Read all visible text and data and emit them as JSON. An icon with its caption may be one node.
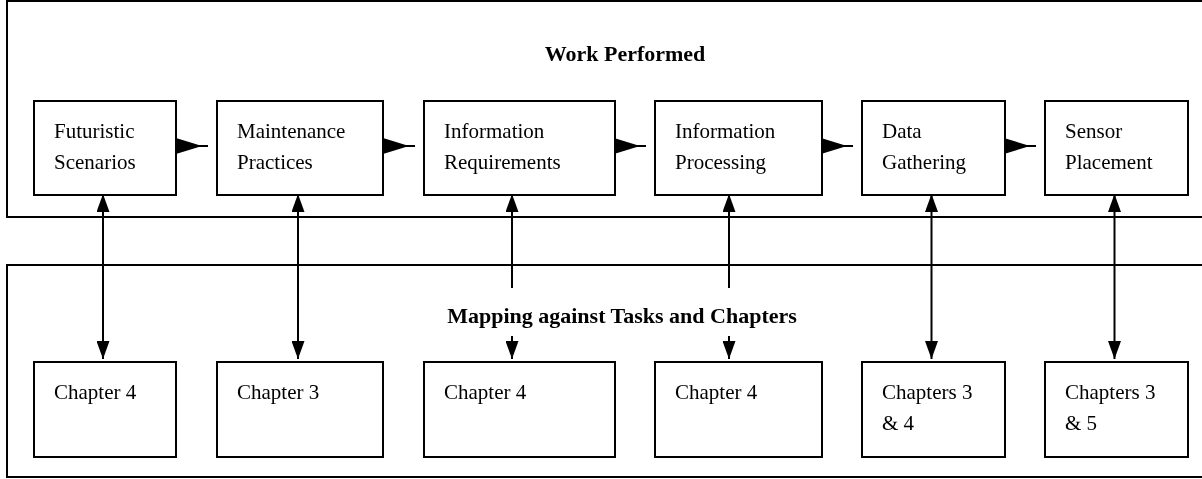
{
  "diagram": {
    "nodes": [
      {
        "text": [
          "Work Performed"
        ]
      },
      {
        "text": [
          "Futuristic Scenarios"
        ],
        "in": 0
      },
      {
        "text": [
          "Maintenance Practices"
        ],
        "in": 0
      },
      {
        "text": [
          "Information Requirements"
        ],
        "in": 0
      },
      {
        "text": [
          "Information Processing"
        ],
        "in": 0
      },
      {
        "text": [
          "Data Gathering"
        ],
        "in": 0
      },
      {
        "text": [
          "Sensor Placement"
        ],
        "in": 0
      },
      {
        "text": [
          "Mapping against Tasks and Chapters"
        ]
      },
      {
        "text": [
          "Chapter 4"
        ],
        "in": 7
      },
      {
        "text": [
          "Chapter 3"
        ],
        "in": 7
      },
      {
        "text": [
          "Chapter 4"
        ],
        "in": 7
      },
      {
        "text": [
          "Chapter 4"
        ],
        "in": 7
      },
      {
        "text": [
          "Chapters 3 & 4"
        ],
        "in": 7
      },
      {
        "text": [
          "Chapters 3 & 5"
        ],
        "in": 7
      }
    ],
    "edges": [
      {
        "from": 1,
        "to": 2,
        "arrow": "to"
      },
      {
        "from": 2,
        "to": 3,
        "arrow": "to"
      },
      {
        "from": 3,
        "to": 4,
        "arrow": "to"
      },
      {
        "from": 4,
        "to": 5,
        "arrow": "to"
      },
      {
        "from": 5,
        "to": 6,
        "arrow": "to"
      },
      {
        "from": 1,
        "to": 8,
        "arrow": "both"
      },
      {
        "from": 2,
        "to": 9,
        "arrow": "both"
      },
      {
        "from": null,
        "to": 3,
        "arrow": "to"
      },
      {
        "from": null,
        "to": 10,
        "arrow": "to"
      },
      {
        "from": null,
        "to": 4,
        "arrow": "to"
      },
      {
        "from": null,
        "to": 11,
        "arrow": "to"
      },
      {
        "from": 5,
        "to": 12,
        "arrow": "both"
      },
      {
        "from": 6,
        "to": 13,
        "arrow": "both"
      }
    ]
  }
}
